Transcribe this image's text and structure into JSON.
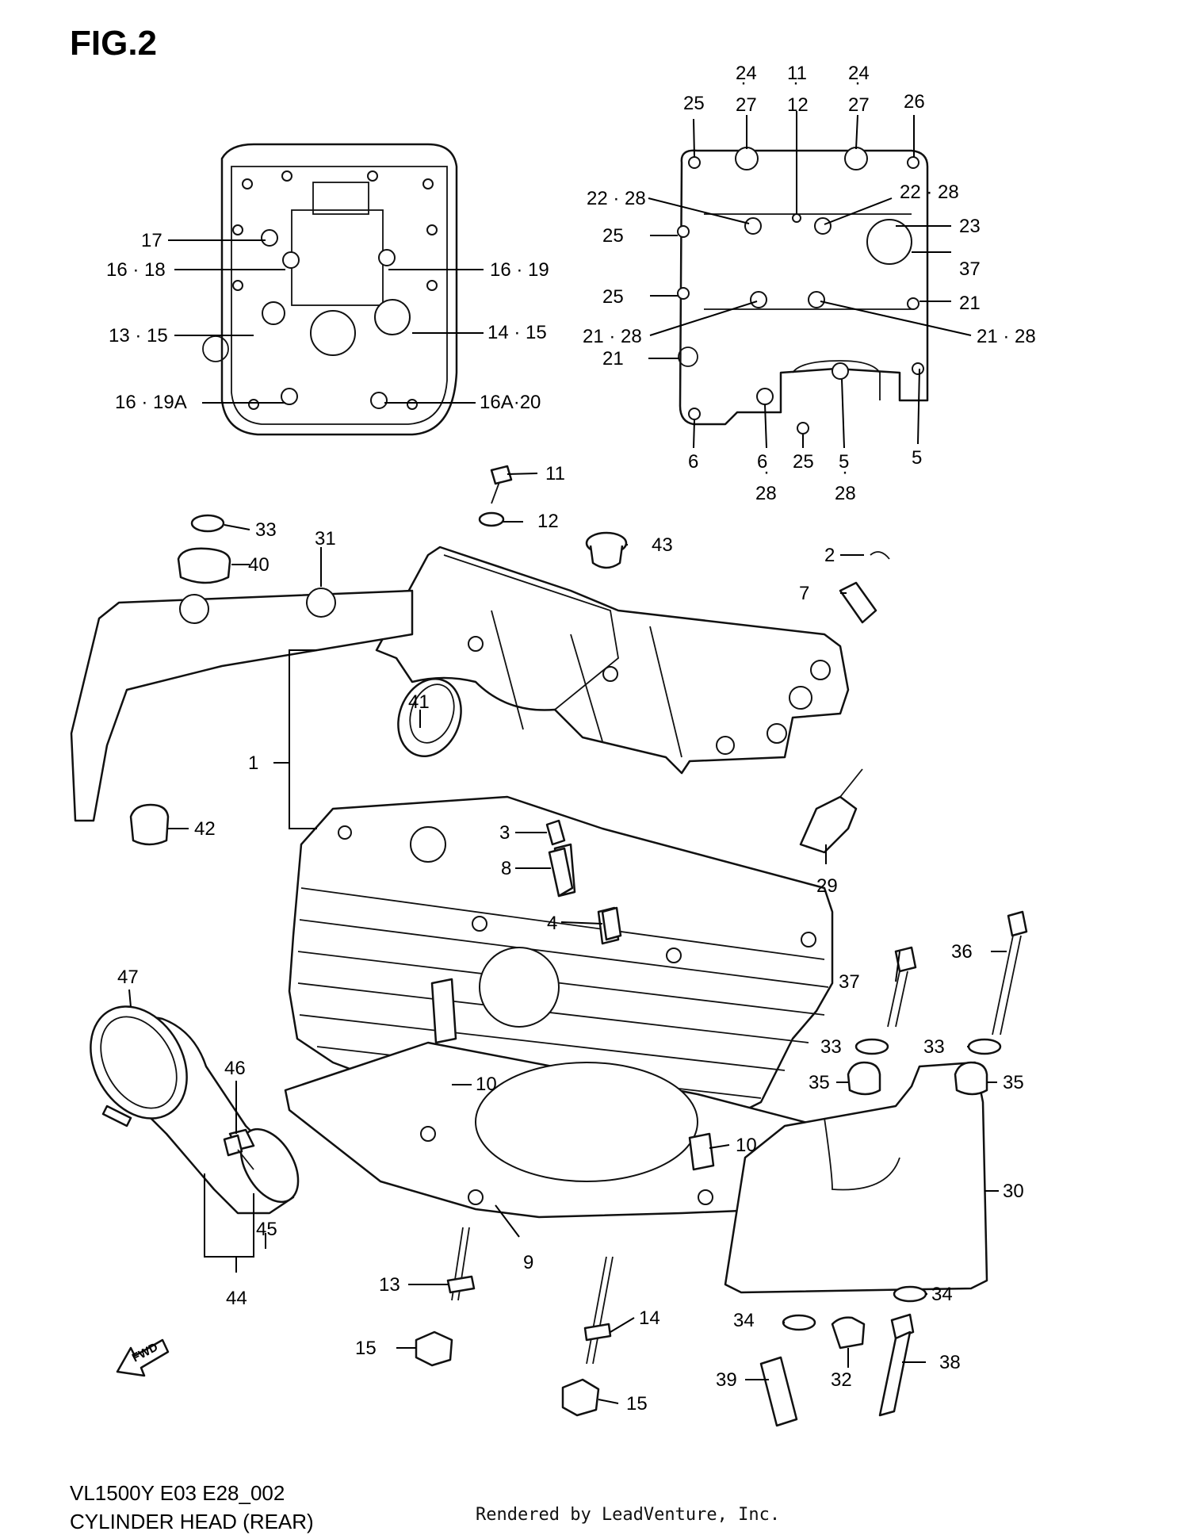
{
  "figure": {
    "title": "FIG.2",
    "model_code": "VL1500Y E03 E28_002",
    "name": "CYLINDER HEAD (REAR)",
    "credit": "Rendered by LeadVenture, Inc.",
    "direction_arrow_label": "FWD"
  },
  "callouts": {
    "c1": "1",
    "c2": "2",
    "c3": "3",
    "c4": "4",
    "c5a": "5",
    "c5b": "5",
    "c6a": "6",
    "c6b": "6",
    "c7": "7",
    "c8": "8",
    "c9": "9",
    "c10a": "10",
    "c10b": "10",
    "c11a": "11",
    "c11b": "11",
    "c12a": "12",
    "c12b": "12",
    "c13a": "13 · 15",
    "c13b": "13",
    "c14a": "14 · 15",
    "c14b": "14",
    "c15a": "15",
    "c15b": "15",
    "c16a": "16 · 18",
    "c16b": "16 · 19",
    "c16c": "16 · 19A",
    "c16d": "16A·20",
    "c17": "17",
    "c21a": "21",
    "c21b": "21 · 28",
    "c21c": "21 · 28",
    "c21d": "21",
    "c22a": "22 · 28",
    "c22b": "22 · 28",
    "c23": "23",
    "c24a": "24",
    "c24b": "24",
    "c25a": "25",
    "c25b": "25",
    "c25c": "25",
    "c25d": "25",
    "c26": "26",
    "c27a": "27",
    "c27b": "27",
    "c28a": "28",
    "c28b": "28",
    "c29": "29",
    "c30": "30",
    "c31": "31",
    "c32": "32",
    "c33a": "33",
    "c33b": "33",
    "c33c": "33",
    "c34a": "34",
    "c34b": "34",
    "c35a": "35",
    "c35b": "35",
    "c36": "36",
    "c37a": "37",
    "c37b": "37",
    "c38": "38",
    "c39": "39",
    "c40": "40",
    "c41": "41",
    "c42": "42",
    "c43": "43",
    "c44": "44",
    "c45": "45",
    "c46": "46",
    "c47": "47"
  }
}
